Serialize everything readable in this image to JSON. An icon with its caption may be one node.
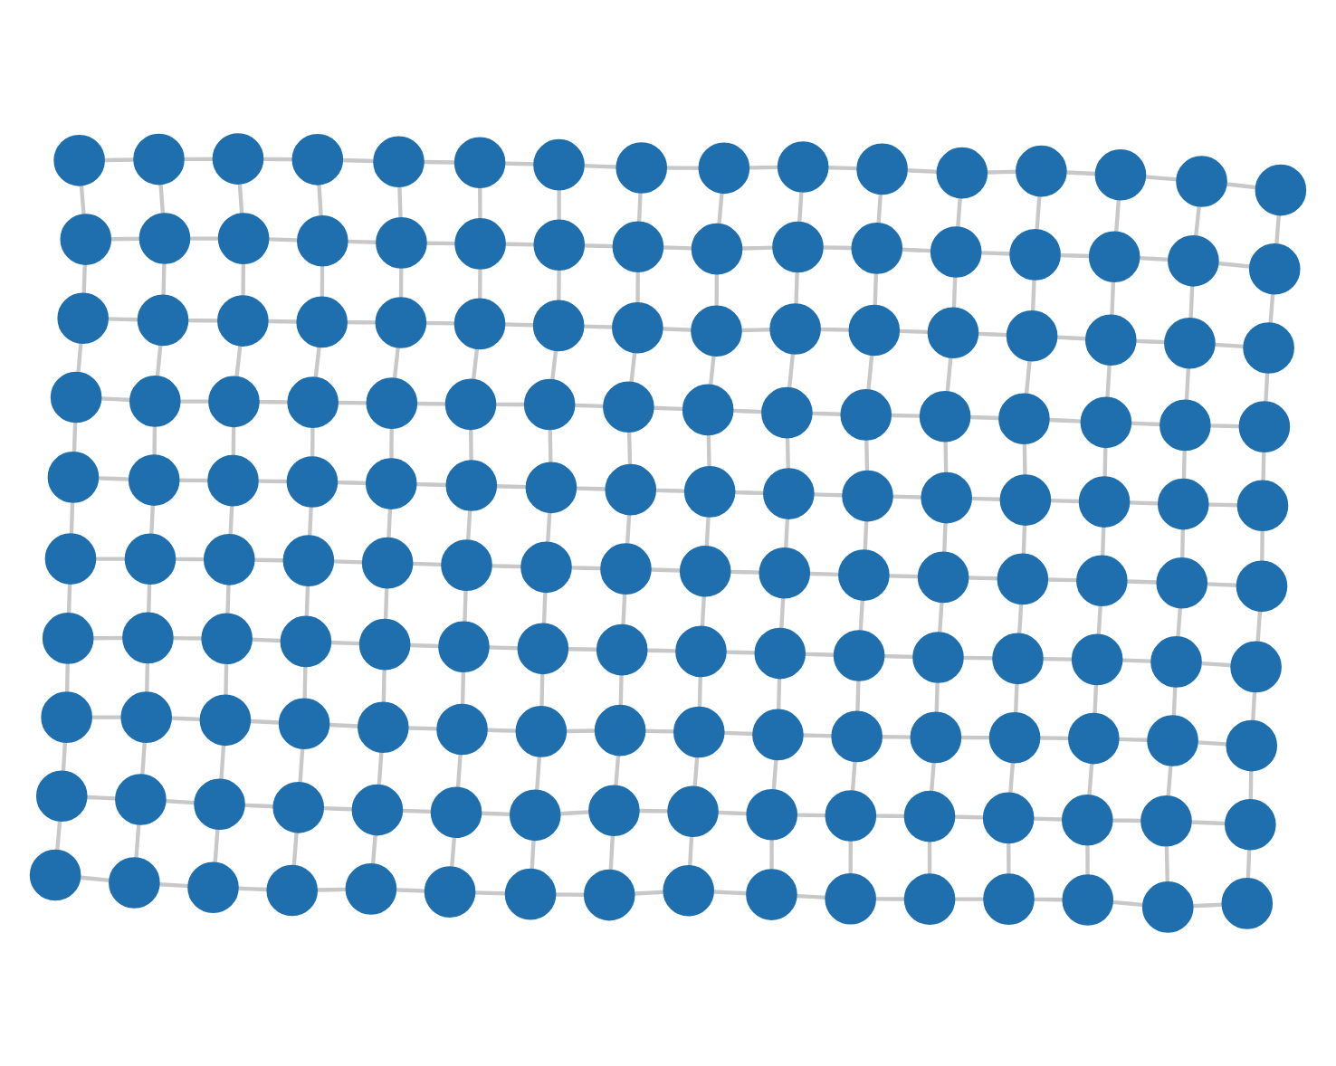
{
  "diagram": {
    "nodes": [
      {
        "text": [],
        "shape": "circle"
      },
      {
        "text": [],
        "shape": "circle"
      },
      {
        "text": [],
        "shape": "circle"
      },
      {
        "text": [],
        "shape": "circle"
      },
      {
        "text": [],
        "shape": "circle"
      },
      {
        "text": [],
        "shape": "circle"
      },
      {
        "text": [],
        "shape": "circle"
      },
      {
        "text": [],
        "shape": "circle"
      },
      {
        "text": [],
        "shape": "circle"
      },
      {
        "text": [],
        "shape": "circle"
      },
      {
        "text": [],
        "shape": "circle"
      },
      {
        "text": [],
        "shape": "circle"
      },
      {
        "text": [],
        "shape": "circle"
      },
      {
        "text": [],
        "shape": "circle"
      },
      {
        "text": [],
        "shape": "circle"
      },
      {
        "text": [],
        "shape": "circle"
      },
      {
        "text": [],
        "shape": "circle"
      },
      {
        "text": [],
        "shape": "circle"
      },
      {
        "text": [],
        "shape": "circle"
      },
      {
        "text": [],
        "shape": "circle"
      },
      {
        "text": [],
        "shape": "circle"
      },
      {
        "text": [],
        "shape": "circle"
      },
      {
        "text": [],
        "shape": "circle"
      },
      {
        "text": [],
        "shape": "circle"
      },
      {
        "text": [],
        "shape": "circle"
      },
      {
        "text": [],
        "shape": "circle"
      },
      {
        "text": [],
        "shape": "circle"
      },
      {
        "text": [],
        "shape": "circle"
      },
      {
        "text": [],
        "shape": "circle"
      },
      {
        "text": [],
        "shape": "circle"
      },
      {
        "text": [],
        "shape": "circle"
      },
      {
        "text": [],
        "shape": "circle"
      },
      {
        "text": [],
        "shape": "circle"
      },
      {
        "text": [],
        "shape": "circle"
      },
      {
        "text": [],
        "shape": "circle"
      },
      {
        "text": [],
        "shape": "circle"
      },
      {
        "text": [],
        "shape": "circle"
      },
      {
        "text": [],
        "shape": "circle"
      },
      {
        "text": [],
        "shape": "circle"
      },
      {
        "text": [],
        "shape": "circle"
      },
      {
        "text": [],
        "shape": "circle"
      },
      {
        "text": [],
        "shape": "circle"
      },
      {
        "text": [],
        "shape": "circle"
      },
      {
        "text": [],
        "shape": "circle"
      },
      {
        "text": [],
        "shape": "circle"
      },
      {
        "text": [],
        "shape": "circle"
      },
      {
        "text": [],
        "shape": "circle"
      },
      {
        "text": [],
        "shape": "circle"
      },
      {
        "text": [],
        "shape": "circle"
      },
      {
        "text": [],
        "shape": "circle"
      },
      {
        "text": [],
        "shape": "circle"
      },
      {
        "text": [],
        "shape": "circle"
      },
      {
        "text": [],
        "shape": "circle"
      },
      {
        "text": [],
        "shape": "circle"
      },
      {
        "text": [],
        "shape": "circle"
      },
      {
        "text": [],
        "shape": "circle"
      },
      {
        "text": [],
        "shape": "circle"
      },
      {
        "text": [],
        "shape": "circle"
      },
      {
        "text": [],
        "shape": "circle"
      },
      {
        "text": [],
        "shape": "circle"
      },
      {
        "text": [],
        "shape": "circle"
      },
      {
        "text": [],
        "shape": "circle"
      },
      {
        "text": [],
        "shape": "circle"
      },
      {
        "text": [],
        "shape": "circle"
      },
      {
        "text": [],
        "shape": "circle"
      },
      {
        "text": [],
        "shape": "circle"
      },
      {
        "text": [],
        "shape": "circle"
      },
      {
        "text": [],
        "shape": "circle"
      },
      {
        "text": [],
        "shape": "circle"
      },
      {
        "text": [],
        "shape": "circle"
      },
      {
        "text": [],
        "shape": "circle"
      },
      {
        "text": [],
        "shape": "circle"
      },
      {
        "text": [],
        "shape": "circle"
      },
      {
        "text": [],
        "shape": "circle"
      },
      {
        "text": [],
        "shape": "circle"
      },
      {
        "text": [],
        "shape": "circle"
      },
      {
        "text": [],
        "shape": "circle"
      },
      {
        "text": [],
        "shape": "circle"
      },
      {
        "text": [],
        "shape": "circle"
      },
      {
        "text": [],
        "shape": "circle"
      },
      {
        "text": [],
        "shape": "circle"
      },
      {
        "text": [],
        "shape": "circle"
      },
      {
        "text": [],
        "shape": "circle"
      },
      {
        "text": [],
        "shape": "circle"
      },
      {
        "text": [],
        "shape": "circle"
      },
      {
        "text": [],
        "shape": "circle"
      },
      {
        "text": [],
        "shape": "circle"
      },
      {
        "text": [],
        "shape": "circle"
      },
      {
        "text": [],
        "shape": "circle"
      },
      {
        "text": [],
        "shape": "circle"
      },
      {
        "text": [],
        "shape": "circle"
      },
      {
        "text": [],
        "shape": "circle"
      },
      {
        "text": [],
        "shape": "circle"
      },
      {
        "text": [],
        "shape": "circle"
      },
      {
        "text": [],
        "shape": "circle"
      },
      {
        "text": [],
        "shape": "circle"
      },
      {
        "text": [],
        "shape": "circle"
      },
      {
        "text": [],
        "shape": "circle"
      },
      {
        "text": [],
        "shape": "circle"
      },
      {
        "text": [],
        "shape": "circle"
      },
      {
        "text": [],
        "shape": "circle"
      },
      {
        "text": [],
        "shape": "circle"
      },
      {
        "text": [],
        "shape": "circle"
      },
      {
        "text": [],
        "shape": "circle"
      },
      {
        "text": [],
        "shape": "circle"
      },
      {
        "text": [],
        "shape": "circle"
      },
      {
        "text": [],
        "shape": "circle"
      },
      {
        "text": [],
        "shape": "circle"
      },
      {
        "text": [],
        "shape": "circle"
      },
      {
        "text": [],
        "shape": "circle"
      },
      {
        "text": [],
        "shape": "circle"
      },
      {
        "text": [],
        "shape": "circle"
      },
      {
        "text": [],
        "shape": "circle"
      },
      {
        "text": [],
        "shape": "circle"
      },
      {
        "text": [],
        "shape": "circle"
      },
      {
        "text": [],
        "shape": "circle"
      },
      {
        "text": [],
        "shape": "circle"
      },
      {
        "text": [],
        "shape": "circle"
      },
      {
        "text": [],
        "shape": "circle"
      },
      {
        "text": [],
        "shape": "circle"
      },
      {
        "text": [],
        "shape": "circle"
      },
      {
        "text": [],
        "shape": "circle"
      },
      {
        "text": [],
        "shape": "circle"
      },
      {
        "text": [],
        "shape": "circle"
      },
      {
        "text": [],
        "shape": "circle"
      },
      {
        "text": [],
        "shape": "circle"
      },
      {
        "text": [],
        "shape": "circle"
      },
      {
        "text": [],
        "shape": "circle"
      },
      {
        "text": [],
        "shape": "circle"
      },
      {
        "text": [],
        "shape": "circle"
      },
      {
        "text": [],
        "shape": "circle"
      },
      {
        "text": [],
        "shape": "circle"
      },
      {
        "text": [],
        "shape": "circle"
      },
      {
        "text": [],
        "shape": "circle"
      },
      {
        "text": [],
        "shape": "circle"
      },
      {
        "text": [],
        "shape": "circle"
      },
      {
        "text": [],
        "shape": "circle"
      },
      {
        "text": [],
        "shape": "circle"
      },
      {
        "text": [],
        "shape": "circle"
      },
      {
        "text": [],
        "shape": "circle"
      },
      {
        "text": [],
        "shape": "circle"
      },
      {
        "text": [],
        "shape": "circle"
      },
      {
        "text": [],
        "shape": "circle"
      },
      {
        "text": [],
        "shape": "circle"
      },
      {
        "text": [],
        "shape": "circle"
      },
      {
        "text": [],
        "shape": "circle"
      },
      {
        "text": [],
        "shape": "circle"
      },
      {
        "text": [],
        "shape": "circle"
      },
      {
        "text": [],
        "shape": "circle"
      },
      {
        "text": [],
        "shape": "circle"
      },
      {
        "text": [],
        "shape": "circle"
      },
      {
        "text": [],
        "shape": "circle"
      },
      {
        "text": [],
        "shape": "circle"
      },
      {
        "text": [],
        "shape": "circle"
      },
      {
        "text": [],
        "shape": "circle"
      },
      {
        "text": [],
        "shape": "circle"
      },
      {
        "text": [],
        "shape": "circle"
      },
      {
        "text": [],
        "shape": "circle"
      },
      {
        "text": [],
        "shape": "circle"
      },
      {
        "text": [],
        "shape": "circle"
      }
    ],
    "edges": [
      {
        "from": 0,
        "to": 1,
        "arrow": "none"
      },
      {
        "from": 1,
        "to": 2,
        "arrow": "none"
      },
      {
        "from": 2,
        "to": 3,
        "arrow": "none"
      },
      {
        "from": 3,
        "to": 4,
        "arrow": "none"
      },
      {
        "from": 4,
        "to": 5,
        "arrow": "none"
      },
      {
        "from": 5,
        "to": 6,
        "arrow": "none"
      },
      {
        "from": 6,
        "to": 7,
        "arrow": "none"
      },
      {
        "from": 7,
        "to": 8,
        "arrow": "none"
      },
      {
        "from": 8,
        "to": 9,
        "arrow": "none"
      },
      {
        "from": 9,
        "to": 10,
        "arrow": "none"
      },
      {
        "from": 10,
        "to": 11,
        "arrow": "none"
      },
      {
        "from": 11,
        "to": 12,
        "arrow": "none"
      },
      {
        "from": 12,
        "to": 13,
        "arrow": "none"
      },
      {
        "from": 13,
        "to": 14,
        "arrow": "none"
      },
      {
        "from": 14,
        "to": 15,
        "arrow": "none"
      },
      {
        "from": 16,
        "to": 17,
        "arrow": "none"
      },
      {
        "from": 17,
        "to": 18,
        "arrow": "none"
      },
      {
        "from": 18,
        "to": 19,
        "arrow": "none"
      },
      {
        "from": 19,
        "to": 20,
        "arrow": "none"
      },
      {
        "from": 20,
        "to": 21,
        "arrow": "none"
      },
      {
        "from": 21,
        "to": 22,
        "arrow": "none"
      },
      {
        "from": 22,
        "to": 23,
        "arrow": "none"
      },
      {
        "from": 23,
        "to": 24,
        "arrow": "none"
      },
      {
        "from": 24,
        "to": 25,
        "arrow": "none"
      },
      {
        "from": 25,
        "to": 26,
        "arrow": "none"
      },
      {
        "from": 26,
        "to": 27,
        "arrow": "none"
      },
      {
        "from": 27,
        "to": 28,
        "arrow": "none"
      },
      {
        "from": 28,
        "to": 29,
        "arrow": "none"
      },
      {
        "from": 29,
        "to": 30,
        "arrow": "none"
      },
      {
        "from": 30,
        "to": 31,
        "arrow": "none"
      },
      {
        "from": 32,
        "to": 33,
        "arrow": "none"
      },
      {
        "from": 33,
        "to": 34,
        "arrow": "none"
      },
      {
        "from": 34,
        "to": 35,
        "arrow": "none"
      },
      {
        "from": 35,
        "to": 36,
        "arrow": "none"
      },
      {
        "from": 36,
        "to": 37,
        "arrow": "none"
      },
      {
        "from": 37,
        "to": 38,
        "arrow": "none"
      },
      {
        "from": 38,
        "to": 39,
        "arrow": "none"
      },
      {
        "from": 39,
        "to": 40,
        "arrow": "none"
      },
      {
        "from": 40,
        "to": 41,
        "arrow": "none"
      },
      {
        "from": 41,
        "to": 42,
        "arrow": "none"
      },
      {
        "from": 42,
        "to": 43,
        "arrow": "none"
      },
      {
        "from": 43,
        "to": 44,
        "arrow": "none"
      },
      {
        "from": 44,
        "to": 45,
        "arrow": "none"
      },
      {
        "from": 45,
        "to": 46,
        "arrow": "none"
      },
      {
        "from": 46,
        "to": 47,
        "arrow": "none"
      },
      {
        "from": 48,
        "to": 49,
        "arrow": "none"
      },
      {
        "from": 49,
        "to": 50,
        "arrow": "none"
      },
      {
        "from": 50,
        "to": 51,
        "arrow": "none"
      },
      {
        "from": 51,
        "to": 52,
        "arrow": "none"
      },
      {
        "from": 52,
        "to": 53,
        "arrow": "none"
      },
      {
        "from": 53,
        "to": 54,
        "arrow": "none"
      },
      {
        "from": 54,
        "to": 55,
        "arrow": "none"
      },
      {
        "from": 55,
        "to": 56,
        "arrow": "none"
      },
      {
        "from": 56,
        "to": 57,
        "arrow": "none"
      },
      {
        "from": 57,
        "to": 58,
        "arrow": "none"
      },
      {
        "from": 58,
        "to": 59,
        "arrow": "none"
      },
      {
        "from": 59,
        "to": 60,
        "arrow": "none"
      },
      {
        "from": 60,
        "to": 61,
        "arrow": "none"
      },
      {
        "from": 61,
        "to": 62,
        "arrow": "none"
      },
      {
        "from": 62,
        "to": 63,
        "arrow": "none"
      },
      {
        "from": 64,
        "to": 65,
        "arrow": "none"
      },
      {
        "from": 65,
        "to": 66,
        "arrow": "none"
      },
      {
        "from": 66,
        "to": 67,
        "arrow": "none"
      },
      {
        "from": 67,
        "to": 68,
        "arrow": "none"
      },
      {
        "from": 68,
        "to": 69,
        "arrow": "none"
      },
      {
        "from": 69,
        "to": 70,
        "arrow": "none"
      },
      {
        "from": 70,
        "to": 71,
        "arrow": "none"
      },
      {
        "from": 71,
        "to": 72,
        "arrow": "none"
      },
      {
        "from": 72,
        "to": 73,
        "arrow": "none"
      },
      {
        "from": 73,
        "to": 74,
        "arrow": "none"
      },
      {
        "from": 74,
        "to": 75,
        "arrow": "none"
      },
      {
        "from": 75,
        "to": 76,
        "arrow": "none"
      },
      {
        "from": 76,
        "to": 77,
        "arrow": "none"
      },
      {
        "from": 77,
        "to": 78,
        "arrow": "none"
      },
      {
        "from": 78,
        "to": 79,
        "arrow": "none"
      },
      {
        "from": 80,
        "to": 81,
        "arrow": "none"
      },
      {
        "from": 81,
        "to": 82,
        "arrow": "none"
      },
      {
        "from": 82,
        "to": 83,
        "arrow": "none"
      },
      {
        "from": 83,
        "to": 84,
        "arrow": "none"
      },
      {
        "from": 84,
        "to": 85,
        "arrow": "none"
      },
      {
        "from": 85,
        "to": 86,
        "arrow": "none"
      },
      {
        "from": 86,
        "to": 87,
        "arrow": "none"
      },
      {
        "from": 87,
        "to": 88,
        "arrow": "none"
      },
      {
        "from": 88,
        "to": 89,
        "arrow": "none"
      },
      {
        "from": 89,
        "to": 90,
        "arrow": "none"
      },
      {
        "from": 90,
        "to": 91,
        "arrow": "none"
      },
      {
        "from": 91,
        "to": 92,
        "arrow": "none"
      },
      {
        "from": 92,
        "to": 93,
        "arrow": "none"
      },
      {
        "from": 93,
        "to": 94,
        "arrow": "none"
      },
      {
        "from": 94,
        "to": 95,
        "arrow": "none"
      },
      {
        "from": 96,
        "to": 97,
        "arrow": "none"
      },
      {
        "from": 97,
        "to": 98,
        "arrow": "none"
      },
      {
        "from": 98,
        "to": 99,
        "arrow": "none"
      },
      {
        "from": 99,
        "to": 100,
        "arrow": "none"
      },
      {
        "from": 100,
        "to": 101,
        "arrow": "none"
      },
      {
        "from": 101,
        "to": 102,
        "arrow": "none"
      },
      {
        "from": 102,
        "to": 103,
        "arrow": "none"
      },
      {
        "from": 103,
        "to": 104,
        "arrow": "none"
      },
      {
        "from": 104,
        "to": 105,
        "arrow": "none"
      },
      {
        "from": 105,
        "to": 106,
        "arrow": "none"
      },
      {
        "from": 106,
        "to": 107,
        "arrow": "none"
      },
      {
        "from": 107,
        "to": 108,
        "arrow": "none"
      },
      {
        "from": 108,
        "to": 109,
        "arrow": "none"
      },
      {
        "from": 109,
        "to": 110,
        "arrow": "none"
      },
      {
        "from": 110,
        "to": 111,
        "arrow": "none"
      },
      {
        "from": 112,
        "to": 113,
        "arrow": "none"
      },
      {
        "from": 113,
        "to": 114,
        "arrow": "none"
      },
      {
        "from": 114,
        "to": 115,
        "arrow": "none"
      },
      {
        "from": 115,
        "to": 116,
        "arrow": "none"
      },
      {
        "from": 116,
        "to": 117,
        "arrow": "none"
      },
      {
        "from": 117,
        "to": 118,
        "arrow": "none"
      },
      {
        "from": 118,
        "to": 119,
        "arrow": "none"
      },
      {
        "from": 119,
        "to": 120,
        "arrow": "none"
      },
      {
        "from": 120,
        "to": 121,
        "arrow": "none"
      },
      {
        "from": 121,
        "to": 122,
        "arrow": "none"
      },
      {
        "from": 122,
        "to": 123,
        "arrow": "none"
      },
      {
        "from": 123,
        "to": 124,
        "arrow": "none"
      },
      {
        "from": 124,
        "to": 125,
        "arrow": "none"
      },
      {
        "from": 125,
        "to": 126,
        "arrow": "none"
      },
      {
        "from": 126,
        "to": 127,
        "arrow": "none"
      },
      {
        "from": 128,
        "to": 129,
        "arrow": "none"
      },
      {
        "from": 129,
        "to": 130,
        "arrow": "none"
      },
      {
        "from": 130,
        "to": 131,
        "arrow": "none"
      },
      {
        "from": 131,
        "to": 132,
        "arrow": "none"
      },
      {
        "from": 132,
        "to": 133,
        "arrow": "none"
      },
      {
        "from": 133,
        "to": 134,
        "arrow": "none"
      },
      {
        "from": 134,
        "to": 135,
        "arrow": "none"
      },
      {
        "from": 135,
        "to": 136,
        "arrow": "none"
      },
      {
        "from": 136,
        "to": 137,
        "arrow": "none"
      },
      {
        "from": 137,
        "to": 138,
        "arrow": "none"
      },
      {
        "from": 138,
        "to": 139,
        "arrow": "none"
      },
      {
        "from": 139,
        "to": 140,
        "arrow": "none"
      },
      {
        "from": 140,
        "to": 141,
        "arrow": "none"
      },
      {
        "from": 141,
        "to": 142,
        "arrow": "none"
      },
      {
        "from": 142,
        "to": 143,
        "arrow": "none"
      },
      {
        "from": 144,
        "to": 145,
        "arrow": "none"
      },
      {
        "from": 145,
        "to": 146,
        "arrow": "none"
      },
      {
        "from": 146,
        "to": 147,
        "arrow": "none"
      },
      {
        "from": 147,
        "to": 148,
        "arrow": "none"
      },
      {
        "from": 148,
        "to": 149,
        "arrow": "none"
      },
      {
        "from": 149,
        "to": 150,
        "arrow": "none"
      },
      {
        "from": 150,
        "to": 151,
        "arrow": "none"
      },
      {
        "from": 151,
        "to": 152,
        "arrow": "none"
      },
      {
        "from": 152,
        "to": 153,
        "arrow": "none"
      },
      {
        "from": 153,
        "to": 154,
        "arrow": "none"
      },
      {
        "from": 154,
        "to": 155,
        "arrow": "none"
      },
      {
        "from": 155,
        "to": 156,
        "arrow": "none"
      },
      {
        "from": 156,
        "to": 157,
        "arrow": "none"
      },
      {
        "from": 157,
        "to": 158,
        "arrow": "none"
      },
      {
        "from": 158,
        "to": 159,
        "arrow": "none"
      },
      {
        "from": 0,
        "to": 16,
        "arrow": "none"
      },
      {
        "from": 1,
        "to": 17,
        "arrow": "none"
      },
      {
        "from": 2,
        "to": 18,
        "arrow": "none"
      },
      {
        "from": 3,
        "to": 19,
        "arrow": "none"
      },
      {
        "from": 4,
        "to": 20,
        "arrow": "none"
      },
      {
        "from": 5,
        "to": 21,
        "arrow": "none"
      },
      {
        "from": 6,
        "to": 22,
        "arrow": "none"
      },
      {
        "from": 7,
        "to": 23,
        "arrow": "none"
      },
      {
        "from": 8,
        "to": 24,
        "arrow": "none"
      },
      {
        "from": 9,
        "to": 25,
        "arrow": "none"
      },
      {
        "from": 10,
        "to": 26,
        "arrow": "none"
      },
      {
        "from": 11,
        "to": 27,
        "arrow": "none"
      },
      {
        "from": 12,
        "to": 28,
        "arrow": "none"
      },
      {
        "from": 13,
        "to": 29,
        "arrow": "none"
      },
      {
        "from": 14,
        "to": 30,
        "arrow": "none"
      },
      {
        "from": 15,
        "to": 31,
        "arrow": "none"
      },
      {
        "from": 16,
        "to": 32,
        "arrow": "none"
      },
      {
        "from": 17,
        "to": 33,
        "arrow": "none"
      },
      {
        "from": 18,
        "to": 34,
        "arrow": "none"
      },
      {
        "from": 19,
        "to": 35,
        "arrow": "none"
      },
      {
        "from": 20,
        "to": 36,
        "arrow": "none"
      },
      {
        "from": 21,
        "to": 37,
        "arrow": "none"
      },
      {
        "from": 22,
        "to": 38,
        "arrow": "none"
      },
      {
        "from": 23,
        "to": 39,
        "arrow": "none"
      },
      {
        "from": 24,
        "to": 40,
        "arrow": "none"
      },
      {
        "from": 25,
        "to": 41,
        "arrow": "none"
      },
      {
        "from": 26,
        "to": 42,
        "arrow": "none"
      },
      {
        "from": 27,
        "to": 43,
        "arrow": "none"
      },
      {
        "from": 28,
        "to": 44,
        "arrow": "none"
      },
      {
        "from": 29,
        "to": 45,
        "arrow": "none"
      },
      {
        "from": 30,
        "to": 46,
        "arrow": "none"
      },
      {
        "from": 31,
        "to": 47,
        "arrow": "none"
      },
      {
        "from": 32,
        "to": 48,
        "arrow": "none"
      },
      {
        "from": 33,
        "to": 49,
        "arrow": "none"
      },
      {
        "from": 34,
        "to": 50,
        "arrow": "none"
      },
      {
        "from": 35,
        "to": 51,
        "arrow": "none"
      },
      {
        "from": 36,
        "to": 52,
        "arrow": "none"
      },
      {
        "from": 37,
        "to": 53,
        "arrow": "none"
      },
      {
        "from": 38,
        "to": 54,
        "arrow": "none"
      },
      {
        "from": 39,
        "to": 55,
        "arrow": "none"
      },
      {
        "from": 40,
        "to": 56,
        "arrow": "none"
      },
      {
        "from": 41,
        "to": 57,
        "arrow": "none"
      },
      {
        "from": 42,
        "to": 58,
        "arrow": "none"
      },
      {
        "from": 43,
        "to": 59,
        "arrow": "none"
      },
      {
        "from": 44,
        "to": 60,
        "arrow": "none"
      },
      {
        "from": 45,
        "to": 61,
        "arrow": "none"
      },
      {
        "from": 46,
        "to": 62,
        "arrow": "none"
      },
      {
        "from": 47,
        "to": 63,
        "arrow": "none"
      },
      {
        "from": 48,
        "to": 64,
        "arrow": "none"
      },
      {
        "from": 49,
        "to": 65,
        "arrow": "none"
      },
      {
        "from": 50,
        "to": 66,
        "arrow": "none"
      },
      {
        "from": 51,
        "to": 67,
        "arrow": "none"
      },
      {
        "from": 52,
        "to": 68,
        "arrow": "none"
      },
      {
        "from": 53,
        "to": 69,
        "arrow": "none"
      },
      {
        "from": 54,
        "to": 70,
        "arrow": "none"
      },
      {
        "from": 55,
        "to": 71,
        "arrow": "none"
      },
      {
        "from": 56,
        "to": 72,
        "arrow": "none"
      },
      {
        "from": 57,
        "to": 73,
        "arrow": "none"
      },
      {
        "from": 58,
        "to": 74,
        "arrow": "none"
      },
      {
        "from": 59,
        "to": 75,
        "arrow": "none"
      },
      {
        "from": 60,
        "to": 76,
        "arrow": "none"
      },
      {
        "from": 61,
        "to": 77,
        "arrow": "none"
      },
      {
        "from": 62,
        "to": 78,
        "arrow": "none"
      },
      {
        "from": 63,
        "to": 79,
        "arrow": "none"
      },
      {
        "from": 64,
        "to": 80,
        "arrow": "none"
      },
      {
        "from": 65,
        "to": 81,
        "arrow": "none"
      },
      {
        "from": 66,
        "to": 82,
        "arrow": "none"
      },
      {
        "from": 67,
        "to": 83,
        "arrow": "none"
      },
      {
        "from": 68,
        "to": 84,
        "arrow": "none"
      },
      {
        "from": 69,
        "to": 85,
        "arrow": "none"
      },
      {
        "from": 70,
        "to": 86,
        "arrow": "none"
      },
      {
        "from": 71,
        "to": 87,
        "arrow": "none"
      },
      {
        "from": 72,
        "to": 88,
        "arrow": "none"
      },
      {
        "from": 73,
        "to": 89,
        "arrow": "none"
      },
      {
        "from": 74,
        "to": 90,
        "arrow": "none"
      },
      {
        "from": 75,
        "to": 91,
        "arrow": "none"
      },
      {
        "from": 76,
        "to": 92,
        "arrow": "none"
      },
      {
        "from": 77,
        "to": 93,
        "arrow": "none"
      },
      {
        "from": 78,
        "to": 94,
        "arrow": "none"
      },
      {
        "from": 79,
        "to": 95,
        "arrow": "none"
      },
      {
        "from": 80,
        "to": 96,
        "arrow": "none"
      },
      {
        "from": 81,
        "to": 97,
        "arrow": "none"
      },
      {
        "from": 82,
        "to": 98,
        "arrow": "none"
      },
      {
        "from": 83,
        "to": 99,
        "arrow": "none"
      },
      {
        "from": 84,
        "to": 100,
        "arrow": "none"
      },
      {
        "from": 85,
        "to": 101,
        "arrow": "none"
      },
      {
        "from": 86,
        "to": 102,
        "arrow": "none"
      },
      {
        "from": 87,
        "to": 103,
        "arrow": "none"
      },
      {
        "from": 88,
        "to": 104,
        "arrow": "none"
      },
      {
        "from": 89,
        "to": 105,
        "arrow": "none"
      },
      {
        "from": 90,
        "to": 106,
        "arrow": "none"
      },
      {
        "from": 91,
        "to": 107,
        "arrow": "none"
      },
      {
        "from": 92,
        "to": 108,
        "arrow": "none"
      },
      {
        "from": 93,
        "to": 109,
        "arrow": "none"
      },
      {
        "from": 94,
        "to": 110,
        "arrow": "none"
      },
      {
        "from": 95,
        "to": 111,
        "arrow": "none"
      },
      {
        "from": 96,
        "to": 112,
        "arrow": "none"
      },
      {
        "from": 97,
        "to": 113,
        "arrow": "none"
      },
      {
        "from": 98,
        "to": 114,
        "arrow": "none"
      },
      {
        "from": 99,
        "to": 115,
        "arrow": "none"
      },
      {
        "from": 100,
        "to": 116,
        "arrow": "none"
      },
      {
        "from": 101,
        "to": 117,
        "arrow": "none"
      },
      {
        "from": 102,
        "to": 118,
        "arrow": "none"
      },
      {
        "from": 103,
        "to": 119,
        "arrow": "none"
      },
      {
        "from": 104,
        "to": 120,
        "arrow": "none"
      },
      {
        "from": 105,
        "to": 121,
        "arrow": "none"
      },
      {
        "from": 106,
        "to": 122,
        "arrow": "none"
      },
      {
        "from": 107,
        "to": 123,
        "arrow": "none"
      },
      {
        "from": 108,
        "to": 124,
        "arrow": "none"
      },
      {
        "from": 109,
        "to": 125,
        "arrow": "none"
      },
      {
        "from": 110,
        "to": 126,
        "arrow": "none"
      },
      {
        "from": 111,
        "to": 127,
        "arrow": "none"
      },
      {
        "from": 112,
        "to": 128,
        "arrow": "none"
      },
      {
        "from": 113,
        "to": 129,
        "arrow": "none"
      },
      {
        "from": 114,
        "to": 130,
        "arrow": "none"
      },
      {
        "from": 115,
        "to": 131,
        "arrow": "none"
      },
      {
        "from": 116,
        "to": 132,
        "arrow": "none"
      },
      {
        "from": 117,
        "to": 133,
        "arrow": "none"
      },
      {
        "from": 118,
        "to": 134,
        "arrow": "none"
      },
      {
        "from": 119,
        "to": 135,
        "arrow": "none"
      },
      {
        "from": 120,
        "to": 136,
        "arrow": "none"
      },
      {
        "from": 121,
        "to": 137,
        "arrow": "none"
      },
      {
        "from": 122,
        "to": 138,
        "arrow": "none"
      },
      {
        "from": 123,
        "to": 139,
        "arrow": "none"
      },
      {
        "from": 124,
        "to": 140,
        "arrow": "none"
      },
      {
        "from": 125,
        "to": 141,
        "arrow": "none"
      },
      {
        "from": 126,
        "to": 142,
        "arrow": "none"
      },
      {
        "from": 127,
        "to": 143,
        "arrow": "none"
      },
      {
        "from": 128,
        "to": 144,
        "arrow": "none"
      },
      {
        "from": 129,
        "to": 145,
        "arrow": "none"
      },
      {
        "from": 130,
        "to": 146,
        "arrow": "none"
      },
      {
        "from": 131,
        "to": 147,
        "arrow": "none"
      },
      {
        "from": 132,
        "to": 148,
        "arrow": "none"
      },
      {
        "from": 133,
        "to": 149,
        "arrow": "none"
      },
      {
        "from": 134,
        "to": 150,
        "arrow": "none"
      },
      {
        "from": 135,
        "to": 151,
        "arrow": "none"
      },
      {
        "from": 136,
        "to": 152,
        "arrow": "none"
      },
      {
        "from": 137,
        "to": 153,
        "arrow": "none"
      },
      {
        "from": 138,
        "to": 154,
        "arrow": "none"
      },
      {
        "from": 139,
        "to": 155,
        "arrow": "none"
      },
      {
        "from": 140,
        "to": 156,
        "arrow": "none"
      },
      {
        "from": 141,
        "to": 157,
        "arrow": "none"
      },
      {
        "from": 142,
        "to": 158,
        "arrow": "none"
      },
      {
        "from": 143,
        "to": 159,
        "arrow": "none"
      }
    ]
  }
}
